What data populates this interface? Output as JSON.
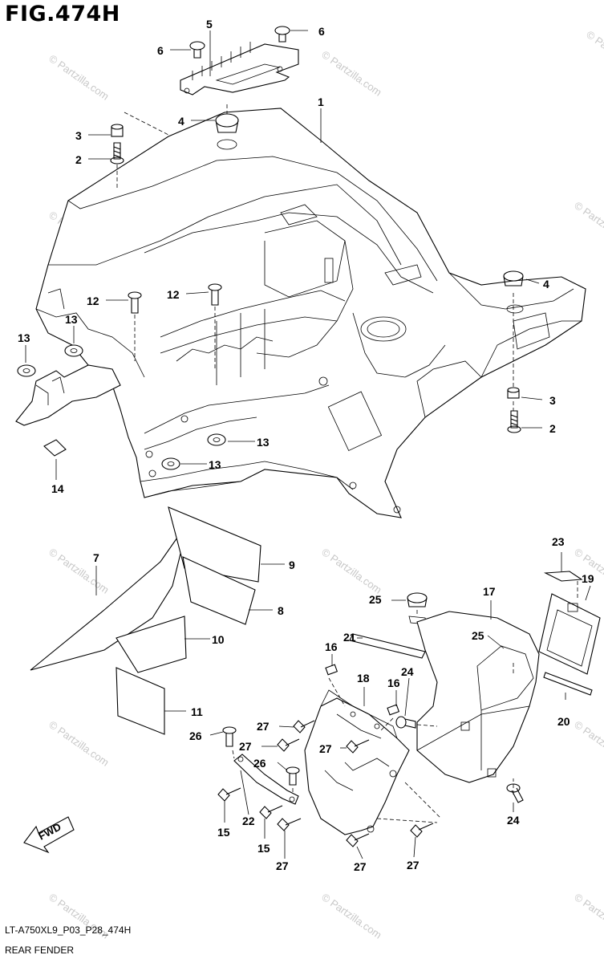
{
  "figure": {
    "title": "FIG.474H",
    "code": "LT-A750XL9_P03_P28_474H",
    "caption": "REAR FENDER"
  },
  "direction_arrow": {
    "label": "FWD"
  },
  "watermark": {
    "text": "© Partzilla.com"
  },
  "callouts": [
    "1",
    "2",
    "3",
    "4",
    "5",
    "6",
    "7",
    "8",
    "9",
    "10",
    "11",
    "12",
    "13",
    "14",
    "15",
    "16",
    "17",
    "18",
    "19",
    "20",
    "21",
    "22",
    "23",
    "24",
    "25",
    "26",
    "27"
  ]
}
